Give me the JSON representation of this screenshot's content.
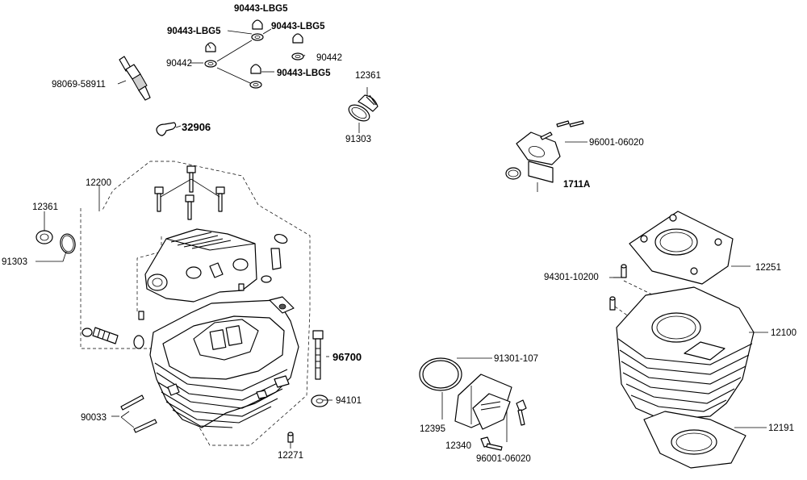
{
  "labels": {
    "l_90443_a": "90443-LBG5",
    "l_90443_b": "90443-LBG5",
    "l_90443_c": "90443-LBG5",
    "l_90443_d": "90443-LBG5",
    "l_90442_a": "90442",
    "l_90442_b": "90442",
    "l_98069": "98069-58911",
    "l_32906": "32906",
    "l_12361_a": "12361",
    "l_91303_a": "91303",
    "l_96001_a": "96001-06020",
    "l_1711a": "1711A",
    "l_12200": "12200",
    "l_12361_b": "12361",
    "l_91303_b": "91303",
    "l_94301": "94301-10200",
    "l_12251": "12251",
    "l_12100": "12100",
    "l_96700": "96700",
    "l_94101": "94101",
    "l_91301": "91301-107",
    "l_12395": "12395",
    "l_12340": "12340",
    "l_96001_b": "96001-06020",
    "l_90033": "90033",
    "l_12271": "12271",
    "l_12191": "12191"
  }
}
